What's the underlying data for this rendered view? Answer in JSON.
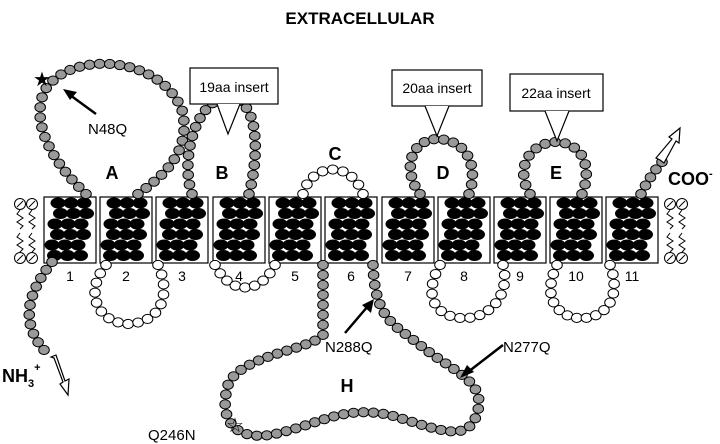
{
  "title": "EXTRACELLULAR",
  "colors": {
    "charged_bead": "#999999",
    "open_bead": "#ffffff",
    "helix": "#000000"
  },
  "helix_numbers": [
    "1",
    "2",
    "3",
    "4",
    "5",
    "6",
    "7",
    "8",
    "9",
    "10",
    "11"
  ],
  "loop_labels": {
    "A": "A",
    "B": "B",
    "C": "C",
    "D": "D",
    "E": "E",
    "H": "H"
  },
  "inserts": [
    "19aa insert",
    "20aa insert",
    "22aa insert"
  ],
  "mutations": {
    "n48q": "N48Q",
    "n288q": "N288Q",
    "n277q": "N277Q",
    "q246n": "Q246N"
  },
  "termini": {
    "n_term": "NH",
    "n_sub": "3",
    "n_sup": "+",
    "c_term": "COO",
    "c_sup": "-"
  }
}
